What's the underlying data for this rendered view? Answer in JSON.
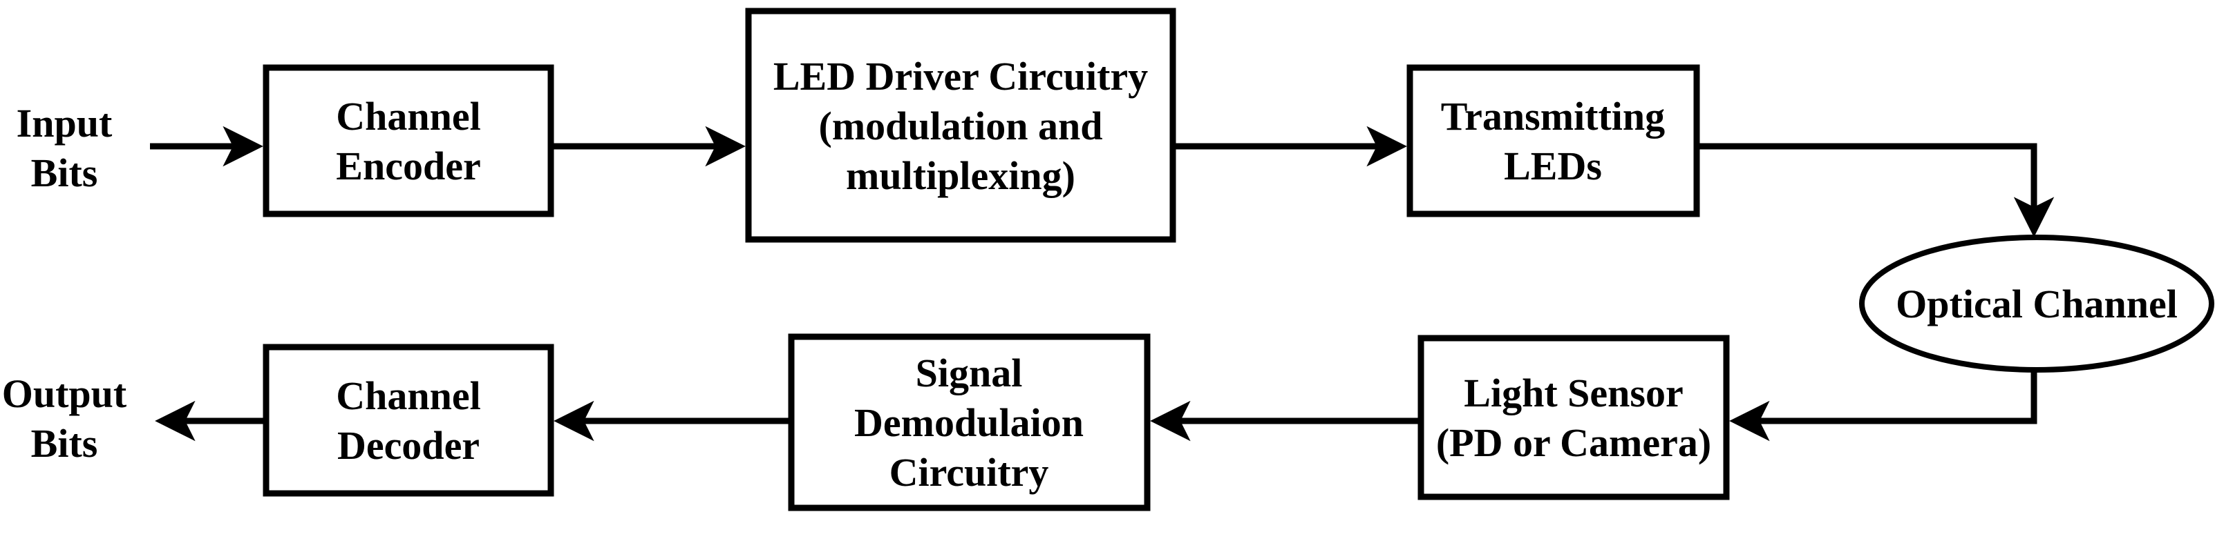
{
  "figure": {
    "background_color": "#ffffff",
    "ink_color": "#000000",
    "nodes": {
      "input_label": {
        "lines": [
          "Input",
          "Bits"
        ]
      },
      "channel_encoder": {
        "lines": [
          "Channel",
          "Encoder"
        ]
      },
      "led_driver": {
        "lines": [
          "LED Driver Circuitry",
          "(modulation and",
          "multiplexing)"
        ]
      },
      "transmitting_leds": {
        "lines": [
          "Transmitting",
          "LEDs"
        ]
      },
      "optical_channel": {
        "lines": [
          "Optical Channel"
        ]
      },
      "light_sensor": {
        "lines": [
          "Light Sensor",
          "(PD or Camera)"
        ]
      },
      "signal_demodulation": {
        "lines": [
          "Signal",
          "Demodulaion",
          "Circuitry"
        ]
      },
      "channel_decoder": {
        "lines": [
          "Channel",
          "Decoder"
        ]
      },
      "output_label": {
        "lines": [
          "Output",
          "Bits"
        ]
      }
    },
    "connections": [
      {
        "from": "input_label",
        "to": "channel_encoder"
      },
      {
        "from": "channel_encoder",
        "to": "led_driver"
      },
      {
        "from": "led_driver",
        "to": "transmitting_leds"
      },
      {
        "from": "transmitting_leds",
        "to": "optical_channel"
      },
      {
        "from": "optical_channel",
        "to": "light_sensor"
      },
      {
        "from": "light_sensor",
        "to": "signal_demodulation"
      },
      {
        "from": "signal_demodulation",
        "to": "channel_decoder"
      },
      {
        "from": "channel_decoder",
        "to": "output_label"
      }
    ]
  }
}
